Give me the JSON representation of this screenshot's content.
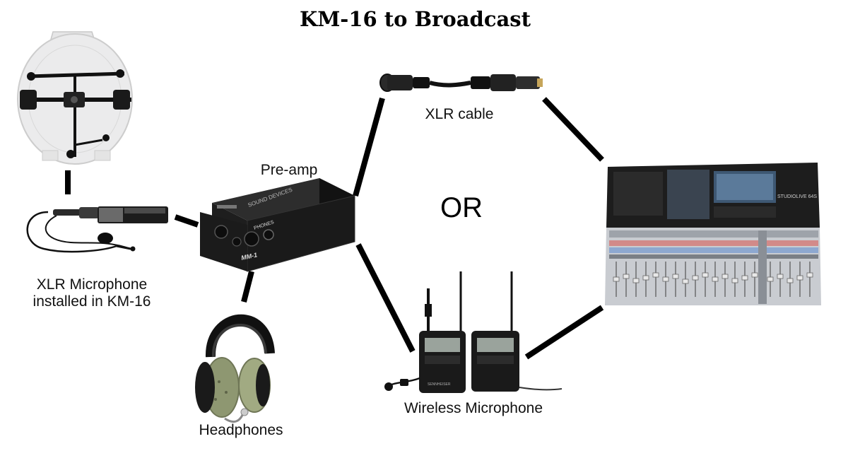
{
  "title": "KM-16 to Broadcast",
  "labels": {
    "xlr_cable": "XLR cable",
    "preamp": "Pre-amp",
    "or": "OR",
    "xlr_mic_line1": "XLR Microphone",
    "xlr_mic_line2": "installed in KM-16",
    "headphones": "Headphones",
    "wireless_mic": "Wireless Microphone"
  },
  "device_text": {
    "preamp_brand": "SOUND DEVICES",
    "preamp_model": "MM-1",
    "preamp_phones": "PHONES",
    "mixer_brand": "STUDIOLIVE 64S",
    "wireless_brand": "SENNHEISER"
  },
  "colors": {
    "connector": "#000000",
    "preamp_body": "#1b1b1b",
    "mixer_body": "#c9ccd1",
    "headphone_green": "#9aa37a",
    "km16_disc": "#e9e9ea"
  },
  "icons": [
    "km16-disc-icon",
    "xlr-microphone-icon",
    "preamp-icon",
    "headphones-icon",
    "xlr-cable-icon",
    "mixer-icon",
    "wireless-microphone-icon"
  ]
}
